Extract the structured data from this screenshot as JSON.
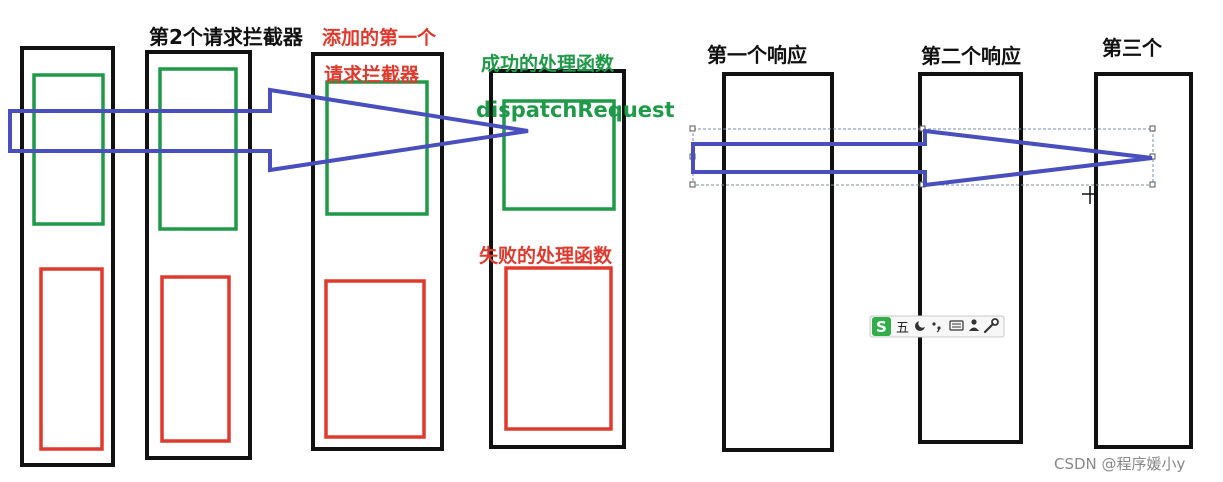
{
  "labels": {
    "second_interceptor": "第2个请求拦截器",
    "first_added_line1": "添加的第一个",
    "first_added_line2": "请求拦截器",
    "success_handler": "成功的处理函数",
    "dispatch_request": "dispatchRequest",
    "failure_handler": "失败的处理函数",
    "first_response": "第一个响应",
    "second_response": "第二个响应",
    "third": "第三个"
  },
  "ime_toolbar": {
    "mode": "五",
    "icons": [
      "sogou-logo-icon",
      "moon-icon",
      "punctuation-icon",
      "keyboard-icon",
      "user-icon",
      "wrench-icon"
    ]
  },
  "watermark": "CSDN @程序媛小y",
  "colors": {
    "black": "#111111",
    "green": "#1e9a48",
    "red": "#e03a2e",
    "arrow_blue": "#4a4fc0"
  }
}
